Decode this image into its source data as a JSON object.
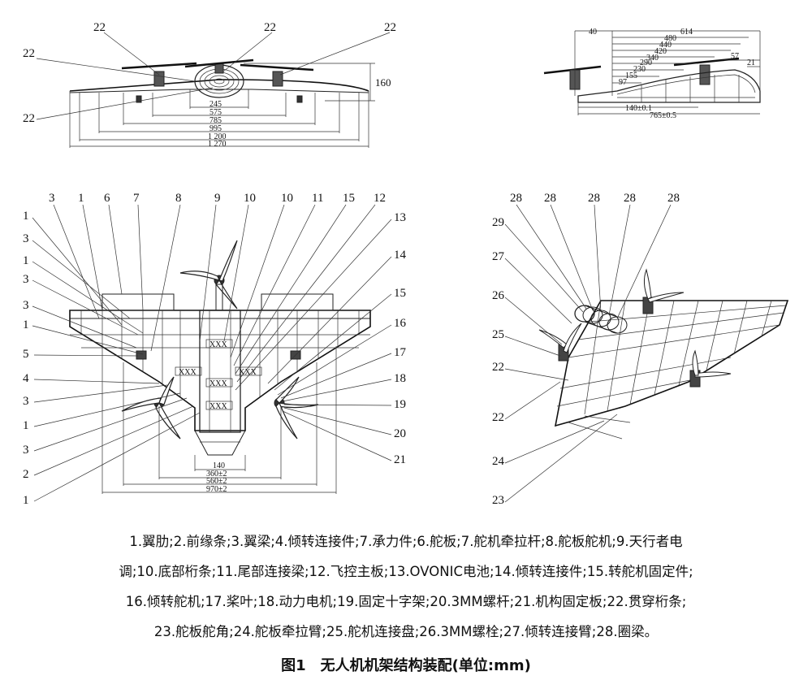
{
  "front_view": {
    "callouts": [
      "22",
      "22",
      "22",
      "22",
      "22"
    ],
    "dims_horizontal": [
      "245",
      "575",
      "785",
      "995",
      "1 200",
      "1 270"
    ],
    "dim_height": "160"
  },
  "side_view": {
    "dims_top": [
      "40",
      "614",
      "480",
      "440",
      "420",
      "340",
      "290",
      "230",
      "155",
      "97",
      "57",
      "21"
    ],
    "dims_bottom": [
      "140±0.1",
      "765±0.5"
    ]
  },
  "top_view": {
    "left_callouts": [
      "1",
      "3",
      "1",
      "3",
      "3",
      "1",
      "5",
      "4",
      "3",
      "1",
      "3",
      "2",
      "1"
    ],
    "top_callouts": [
      "3",
      "1",
      "6",
      "7",
      "8",
      "9",
      "10",
      "10",
      "11",
      "15",
      "12"
    ],
    "right_callouts": [
      "13",
      "14",
      "15",
      "16",
      "17",
      "18",
      "19",
      "20",
      "21"
    ],
    "plate_marks": [
      "XXX",
      "XXX",
      "XXX",
      "XXX",
      "XXX"
    ],
    "dims": [
      "140",
      "360±2",
      "560±2",
      "970±2"
    ]
  },
  "iso_view": {
    "top_callouts": [
      "28",
      "28",
      "28",
      "28",
      "28"
    ],
    "left_callouts": [
      "29",
      "27",
      "26",
      "25",
      "22",
      "22",
      "24",
      "23"
    ]
  },
  "legend": {
    "lines": [
      "1.翼肋;2.前缘条;3.翼梁;4.倾转连接件;7.承力件;6.舵板;7.舵机牵拉杆;8.舵板舵机;9.天行者电",
      "调;10.底部桁条;11.尾部连接梁;12.飞控主板;13.OVONIC电池;14.倾转连接件;15.转舵机固定件;",
      "16.倾转舵机;17.桨叶;18.动力电机;19.固定十字架;20.3MM螺杆;21.机构固定板;22.贯穿桁条;",
      "23.舵板舵角;24.舵板牵拉臂;25.舵机连接盘;26.3MM螺栓;27.倾转连接臂;28.圈梁。"
    ]
  },
  "caption": "图1　无人机机架结构装配(单位:mm)"
}
